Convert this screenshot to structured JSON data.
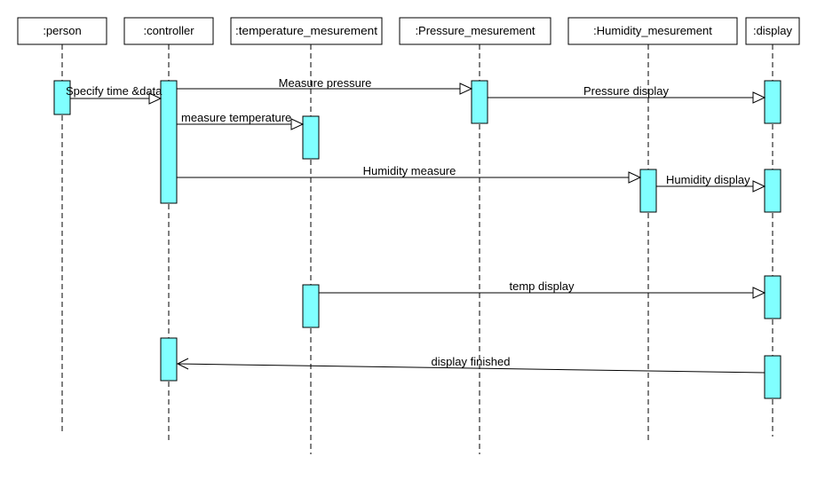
{
  "colors": {
    "activation": "#80ffff",
    "stroke": "#000000",
    "background": "#ffffff"
  },
  "participants": [
    {
      "id": "person",
      "label": ":person"
    },
    {
      "id": "controller",
      "label": ":controller"
    },
    {
      "id": "temperature",
      "label": ":temperature_mesurement"
    },
    {
      "id": "pressure",
      "label": ":Pressure_mesurement"
    },
    {
      "id": "humidity",
      "label": ":Humidity_mesurement"
    },
    {
      "id": "display",
      "label": ":display"
    }
  ],
  "messages": [
    {
      "from": "person",
      "to": "controller",
      "label": "Specify time &data",
      "kind": "sync"
    },
    {
      "from": "controller",
      "to": "pressure",
      "label": "Measure pressure",
      "kind": "sync"
    },
    {
      "from": "pressure",
      "to": "display",
      "label": "Pressure display",
      "kind": "sync"
    },
    {
      "from": "controller",
      "to": "temperature",
      "label": "measure temperature",
      "kind": "sync"
    },
    {
      "from": "controller",
      "to": "humidity",
      "label": "Humidity measure",
      "kind": "sync"
    },
    {
      "from": "humidity",
      "to": "display",
      "label": "Humidity display",
      "kind": "sync"
    },
    {
      "from": "temperature",
      "to": "display",
      "label": "temp display",
      "kind": "sync"
    },
    {
      "from": "display",
      "to": "controller",
      "label": "display finished",
      "kind": "reply"
    }
  ]
}
